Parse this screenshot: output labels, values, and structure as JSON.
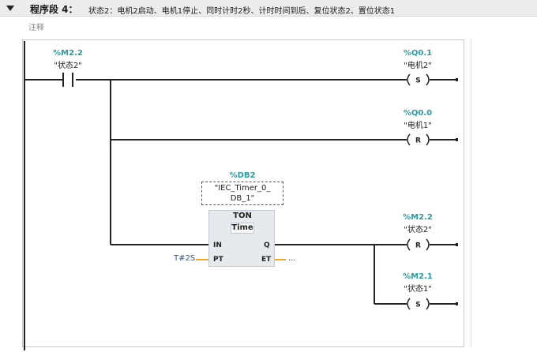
{
  "network": {
    "title": "程序段 4：",
    "description": "状态2：电机2启动、电机1停止、同时计时2秒、计时时间到后、复位状态2、置位状态1",
    "comment_label": "注释"
  },
  "contacts": [
    {
      "address": "%M2.2",
      "tag": "\"状态2\""
    }
  ],
  "coils": [
    {
      "address": "%Q0.1",
      "tag": "\"电机2\"",
      "op": "S"
    },
    {
      "address": "%Q0.0",
      "tag": "\"电机1\"",
      "op": "R"
    },
    {
      "address": "%M2.2",
      "tag": "\"状态2\"",
      "op": "R"
    },
    {
      "address": "%M2.1",
      "tag": "\"状态1\"",
      "op": "S"
    }
  ],
  "timer": {
    "db_address": "%DB2",
    "db_tag_line1": "\"IEC_Timer_0_",
    "db_tag_line2": "DB_1\"",
    "type": "TON",
    "time_type": "Time",
    "pin_in": "IN",
    "pin_pt": "PT",
    "pin_q": "Q",
    "pin_et": "ET",
    "pt_value": "T#2S",
    "et_value": "..."
  },
  "colors": {
    "address": "#2a9ba0",
    "wire": "#222222",
    "input_wire": "#f5a623",
    "constant": "#2855a8"
  }
}
